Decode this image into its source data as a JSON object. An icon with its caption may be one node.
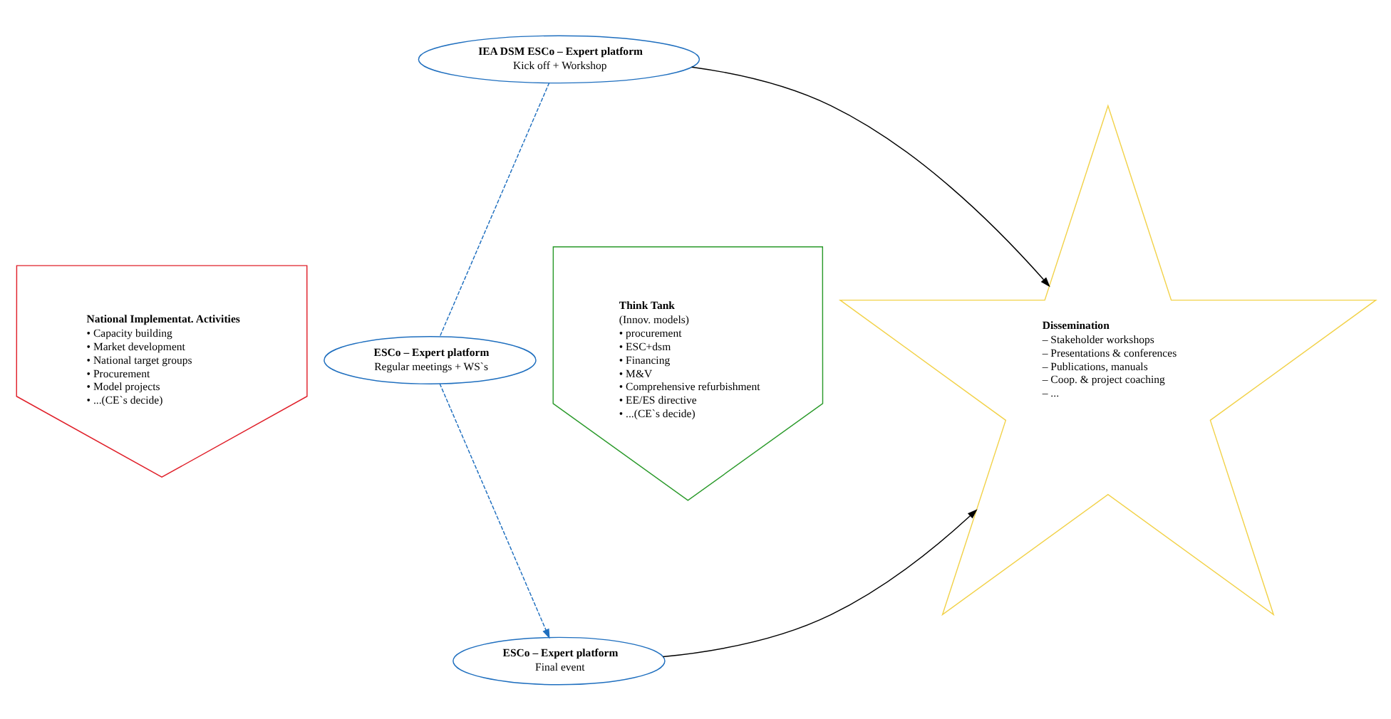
{
  "diagram": {
    "nodes": [
      {
        "text": [
          "IEA DSM ESCo – Expert platform",
          "Kick off + Workshop"
        ]
      },
      {
        "text": [
          "National Implementat. Activities",
          "• Capacity building",
          "• Market development",
          "• National target groups",
          "• Procurement",
          "• Model projects",
          "• ...(CE`s decide)"
        ]
      },
      {
        "text": [
          "ESCo – Expert platform",
          "Regular meetings + WS`s"
        ]
      },
      {
        "text": [
          "Think Tank",
          "(Innov. models)",
          "• procurement",
          "• ESC+dsm",
          "• Financing",
          "• M&V",
          "• Comprehensive refurbishment",
          "• EE/ES directive",
          "• ...(CE`s decide)"
        ]
      },
      {
        "text": [
          "ESCo – Expert platform",
          "Final event"
        ]
      },
      {
        "text": [
          "Dissemination",
          "– Stakeholder workshops",
          "– Presentations & conferences",
          "– Publications, manuals",
          "– Coop. & project coaching",
          "– ..."
        ]
      }
    ],
    "edges": [
      {
        "from": 0,
        "to": 2,
        "arrow": "none",
        "style": "dashed",
        "color": "#1f6fbf"
      },
      {
        "from": 2,
        "to": 4,
        "arrow": "to",
        "style": "dashed",
        "color": "#1f6fbf"
      },
      {
        "from": 0,
        "to": 5,
        "arrow": "to",
        "color": "#000000"
      },
      {
        "from": 4,
        "to": 5,
        "arrow": "to",
        "color": "#000000"
      }
    ]
  }
}
